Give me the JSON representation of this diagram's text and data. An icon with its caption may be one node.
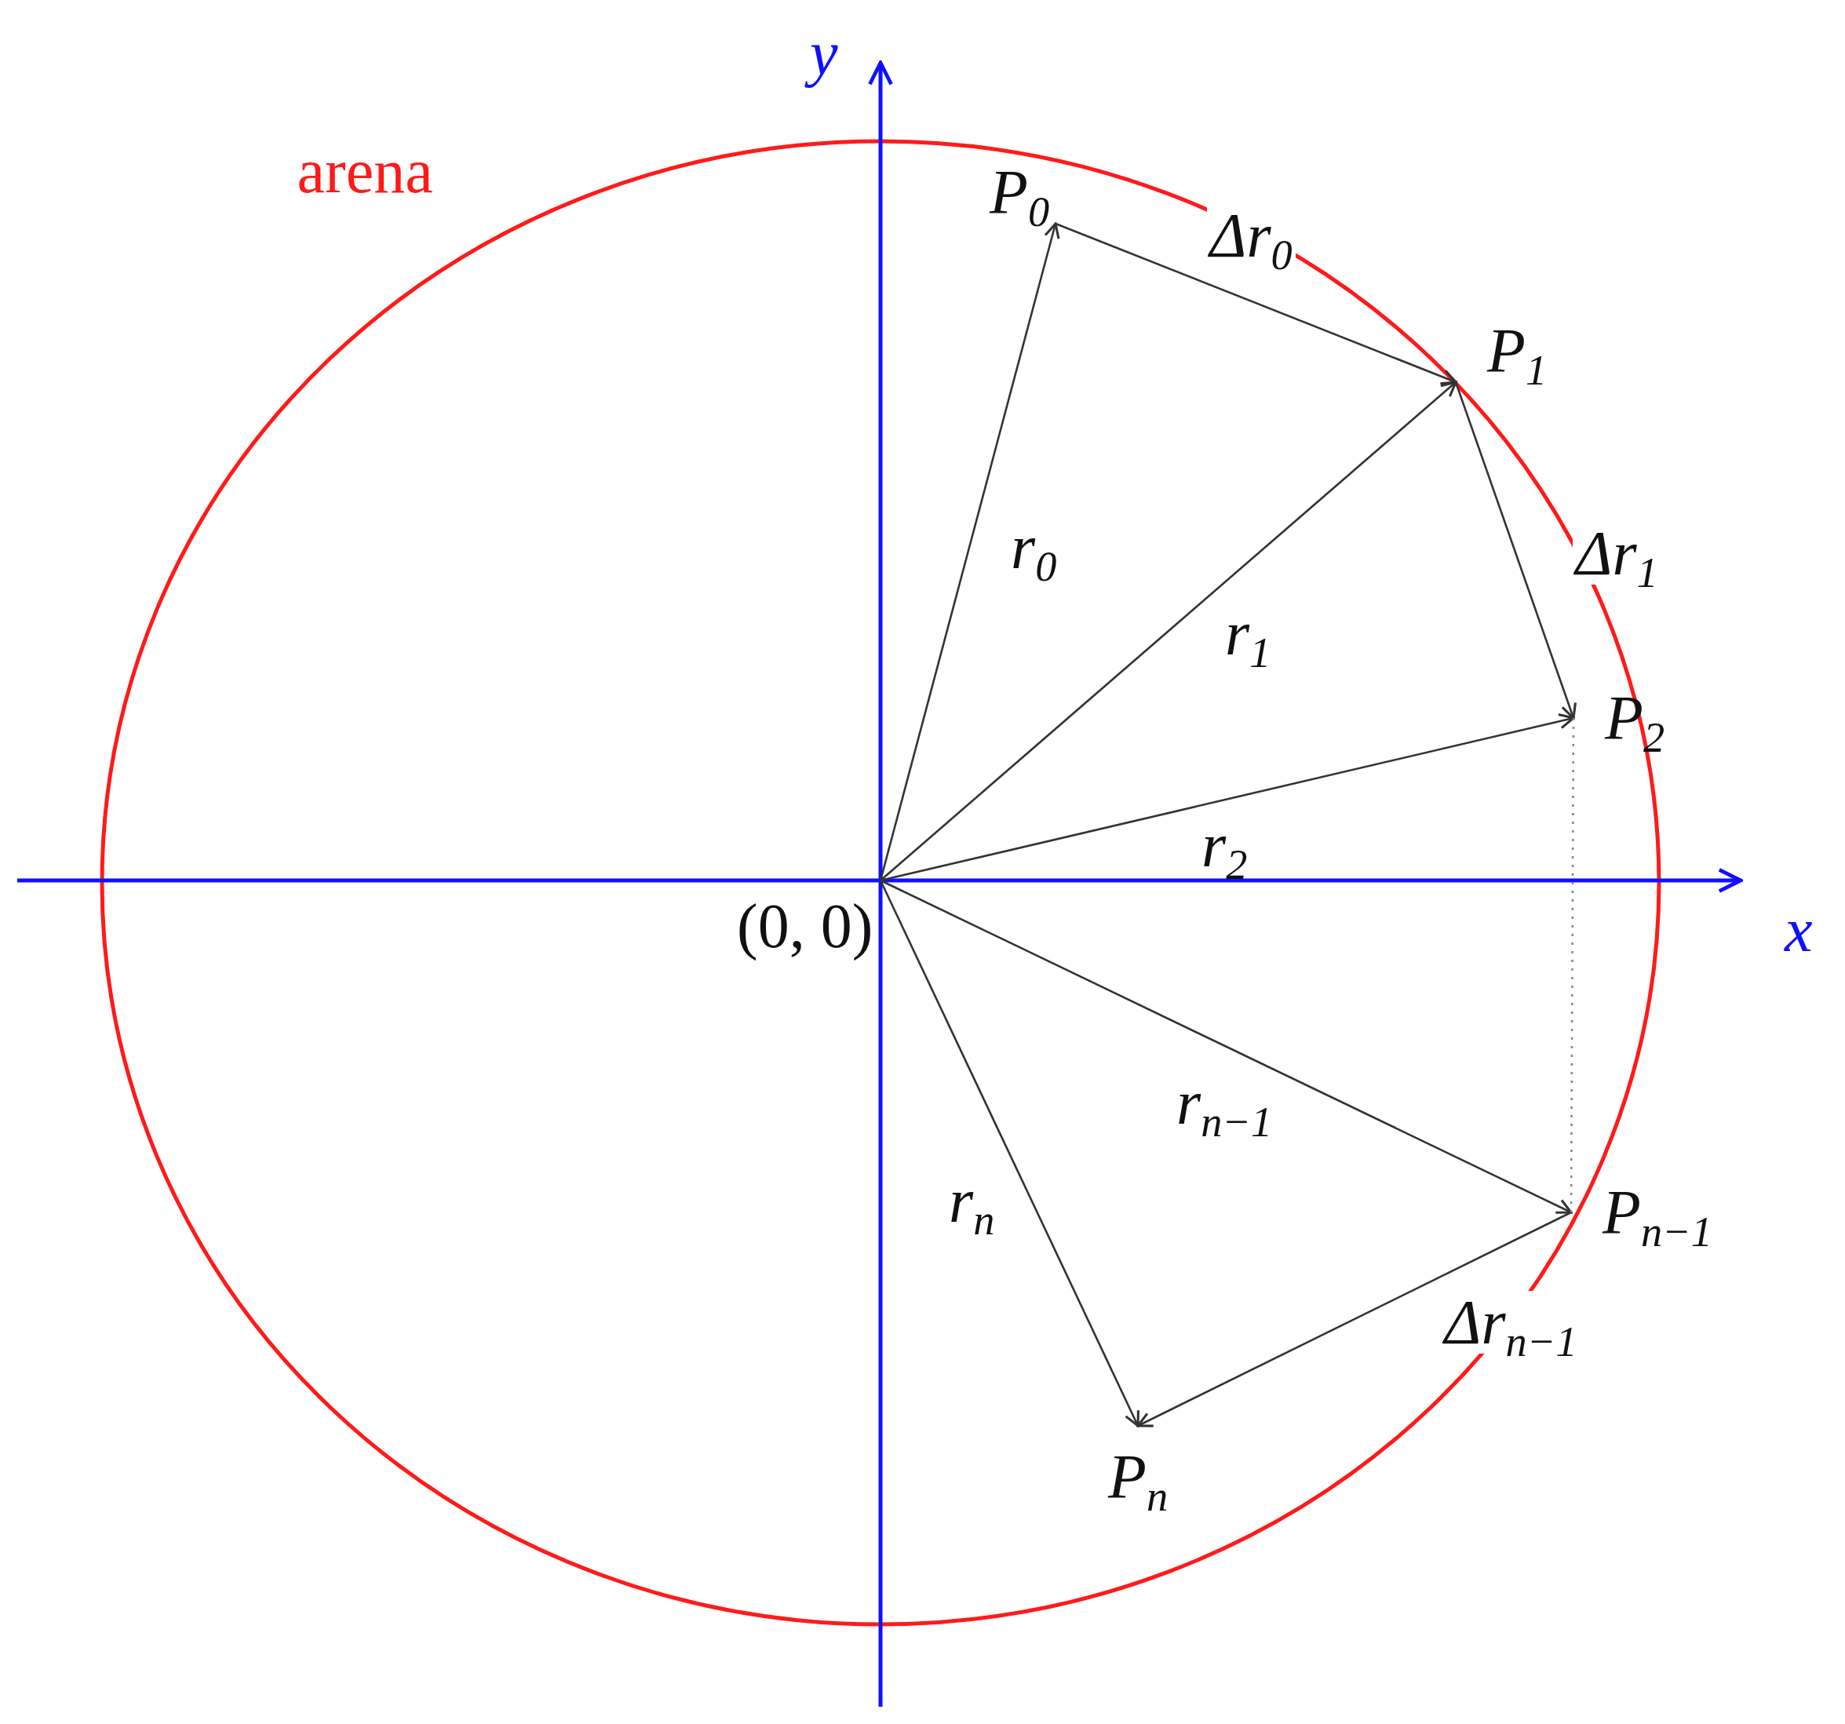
{
  "diagram": {
    "nodes": [
      {
        "text": [
          "(0, 0)"
        ]
      },
      {
        "text": [
          "P$_{0}$"
        ]
      },
      {
        "text": [
          "P$_{1}$"
        ]
      },
      {
        "text": [
          "P$_{2}$"
        ]
      },
      {
        "text": [
          "P$_{n−1}$"
        ]
      },
      {
        "text": [
          "P$_{n}$"
        ]
      }
    ],
    "edges": [
      {
        "from": 0,
        "to": 1,
        "arrow": "to",
        "label": "r$_{0}$"
      },
      {
        "from": 0,
        "to": 2,
        "arrow": "to",
        "label": "r$_{1}$"
      },
      {
        "from": 0,
        "to": 3,
        "arrow": "to",
        "label": "r$_{2}$"
      },
      {
        "from": 0,
        "to": 4,
        "arrow": "to",
        "label": "r$_{n−1}$"
      },
      {
        "from": 0,
        "to": 5,
        "arrow": "to",
        "label": "r$_{n}$"
      },
      {
        "from": 1,
        "to": 2,
        "arrow": "to",
        "label": "Δr$_{0}$"
      },
      {
        "from": 2,
        "to": 3,
        "arrow": "to",
        "label": "Δr$_{1}$"
      },
      {
        "from": 4,
        "to": 5,
        "arrow": "to",
        "label": "Δr$_{n−1}$"
      },
      {
        "from": 3,
        "to": 4,
        "arrow": "none",
        "style": "dashed",
        "color": "#888888"
      }
    ],
    "labels": [
      "arena",
      "y",
      "x"
    ]
  }
}
